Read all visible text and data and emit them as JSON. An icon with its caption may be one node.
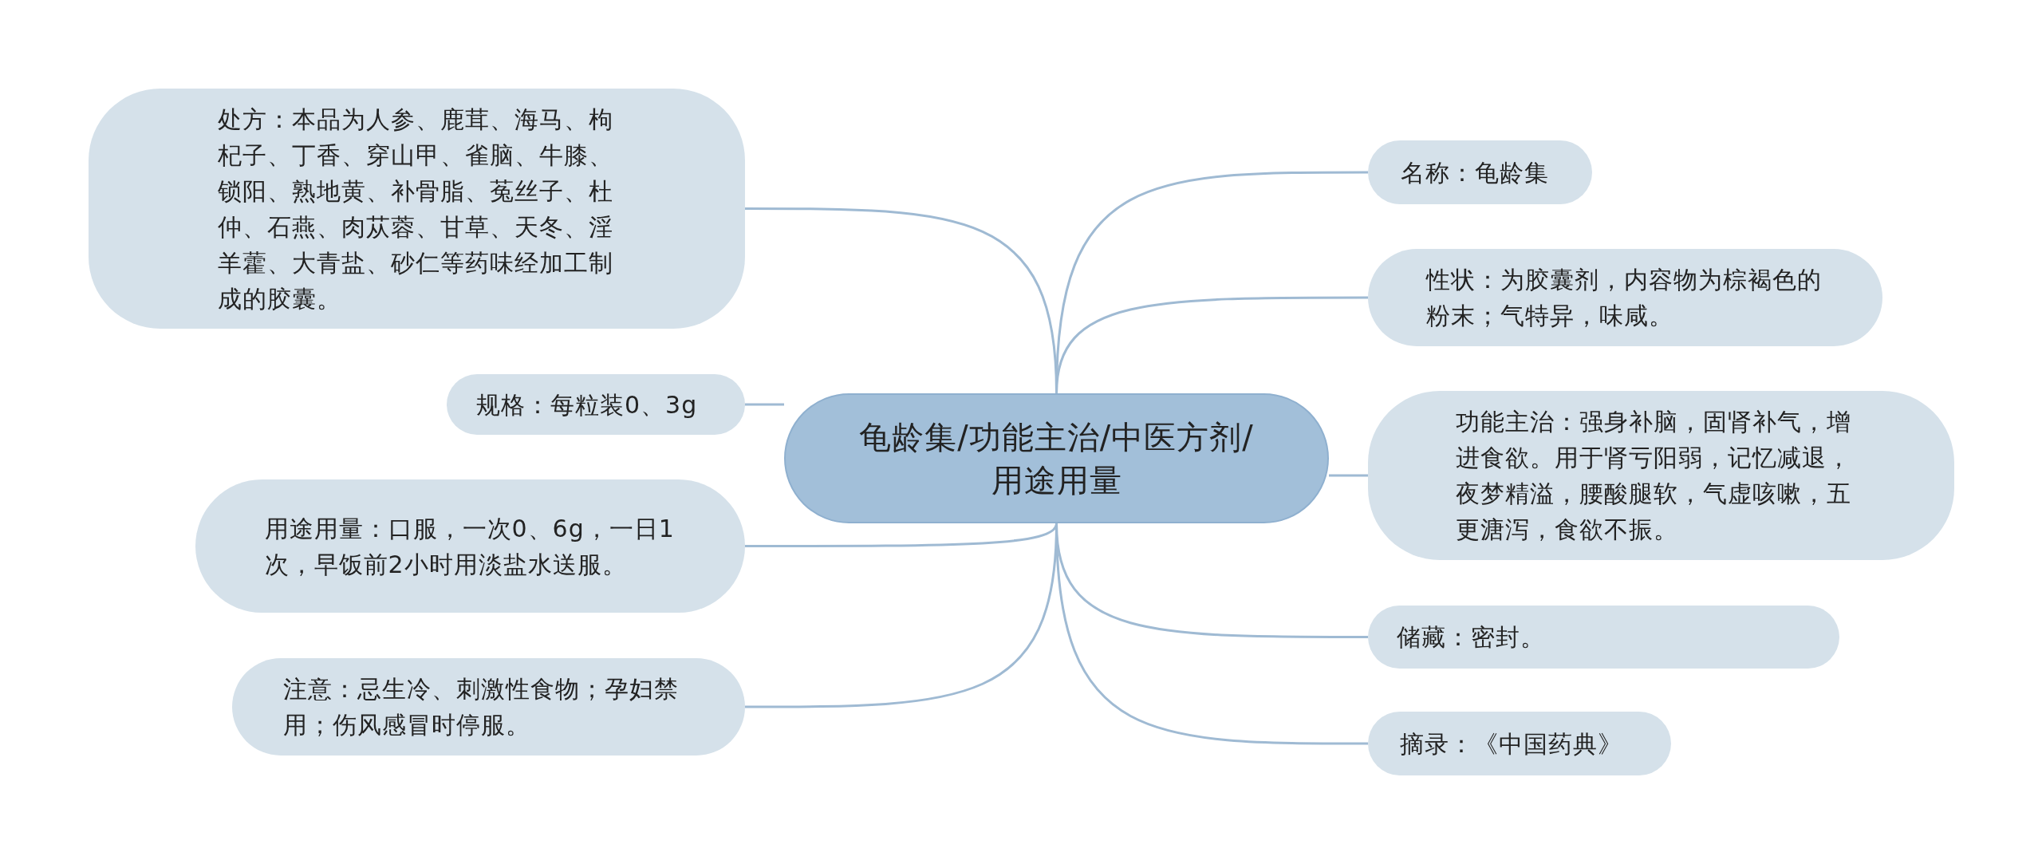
{
  "diagram": {
    "nodes": [
      {
        "text": [
          "龟龄集/功能主治/中医方剂/用途用量"
        ]
      },
      {
        "text": [
          "处方：本品为人参、鹿茸、海马、枸杞子、丁香、穿山甲、雀脑、牛膝、锁阳、熟地黄、补骨脂、菟丝子、杜仲、石燕、肉苁蓉、甘草、天冬、淫羊藿、大青盐、砂仁等药味经加工制成的胶囊。"
        ]
      },
      {
        "text": [
          "规格：每粒装0、3g"
        ]
      },
      {
        "text": [
          "用途用量：口服，一次0、6g，一日1次，早饭前2小时用淡盐水送服。"
        ]
      },
      {
        "text": [
          "注意：忌生冷、刺激性食物；孕妇禁用；伤风感冒时停服。"
        ]
      },
      {
        "text": [
          "名称：龟龄集"
        ]
      },
      {
        "text": [
          "性状：为胶囊剂，内容物为棕褐色的粉末；气特异，味咸。"
        ]
      },
      {
        "text": [
          "功能主治：强身补脑，固肾补气，增进食欲。用于肾亏阳弱，记忆减退，夜梦精溢，腰酸腿软，气虚咳嗽，五更溏泻，食欲不振。"
        ]
      },
      {
        "text": [
          "储藏：密封。"
        ]
      },
      {
        "text": [
          "摘录：《中国药典》"
        ]
      }
    ],
    "edges": [
      {
        "from": 0,
        "to": 1,
        "arrow": "none"
      },
      {
        "from": 0,
        "to": 2,
        "arrow": "none"
      },
      {
        "from": 0,
        "to": 3,
        "arrow": "none"
      },
      {
        "from": 0,
        "to": 4,
        "arrow": "none"
      },
      {
        "from": 0,
        "to": 5,
        "arrow": "none"
      },
      {
        "from": 0,
        "to": 6,
        "arrow": "none"
      },
      {
        "from": 0,
        "to": 7,
        "arrow": "none"
      },
      {
        "from": 0,
        "to": 8,
        "arrow": "none"
      },
      {
        "from": 0,
        "to": 9,
        "arrow": "none"
      }
    ]
  }
}
